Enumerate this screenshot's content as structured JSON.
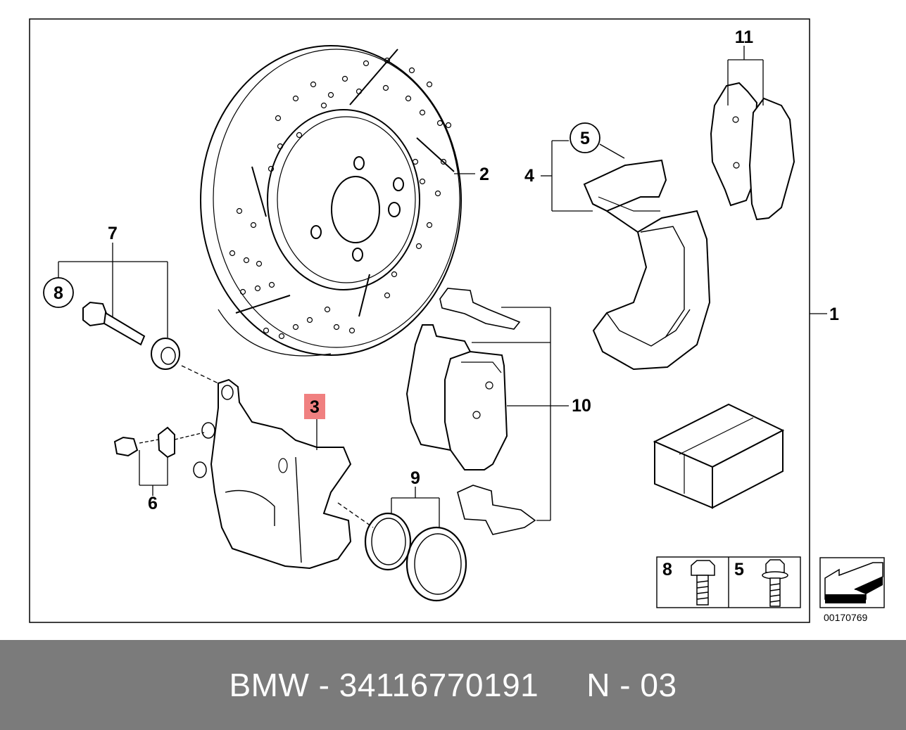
{
  "diagram": {
    "callouts": {
      "c1": "1",
      "c2": "2",
      "c3": "3",
      "c4": "4",
      "c5": "5",
      "c6": "6",
      "c7": "7",
      "c8": "8",
      "c9": "9",
      "c10": "10",
      "c11": "11"
    },
    "highlight_color": "#f08080",
    "legend": {
      "bolt8": "8",
      "bolt5": "5"
    },
    "diagram_code": "00170769"
  },
  "caption": {
    "part_text": "BMW - 34116770191",
    "page_text": "N - 03"
  }
}
